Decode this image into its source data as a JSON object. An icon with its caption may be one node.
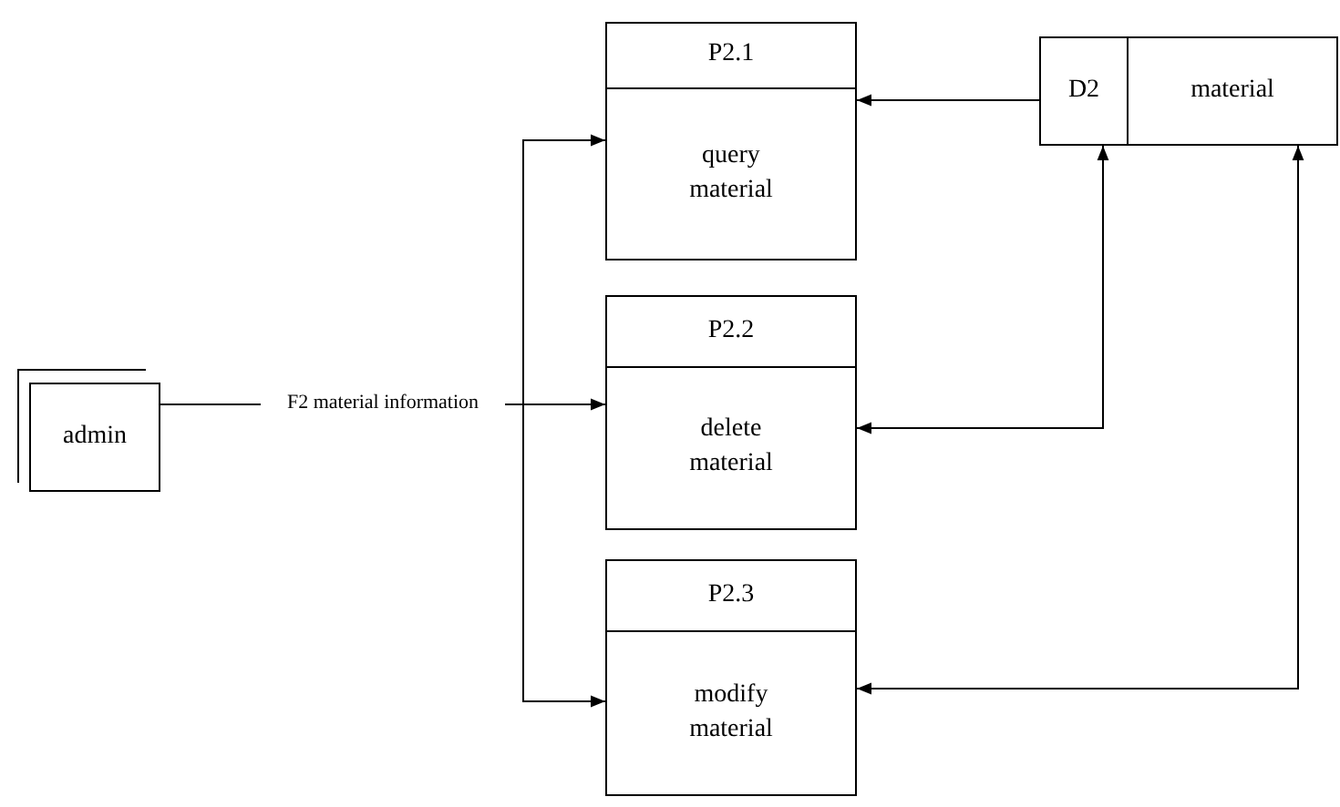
{
  "diagram": {
    "nodes": [
      {
        "text": [
          "admin"
        ]
      },
      {
        "text": [
          "P2.1",
          "query material"
        ]
      },
      {
        "text": [
          "P2.2",
          "delete material"
        ]
      },
      {
        "text": [
          "P2.3",
          "modify material"
        ]
      },
      {
        "text": [
          "D2",
          "material"
        ]
      }
    ],
    "edges": [
      {
        "from": 0,
        "to": 1,
        "arrow": "to"
      },
      {
        "from": 0,
        "to": 2,
        "arrow": "to",
        "label": "F2 material information"
      },
      {
        "from": 0,
        "to": 3,
        "arrow": "to"
      },
      {
        "from": 4,
        "to": 1,
        "arrow": "to"
      },
      {
        "from": 4,
        "to": 2,
        "arrow": "both"
      },
      {
        "from": 4,
        "to": 3,
        "arrow": "both"
      }
    ]
  }
}
